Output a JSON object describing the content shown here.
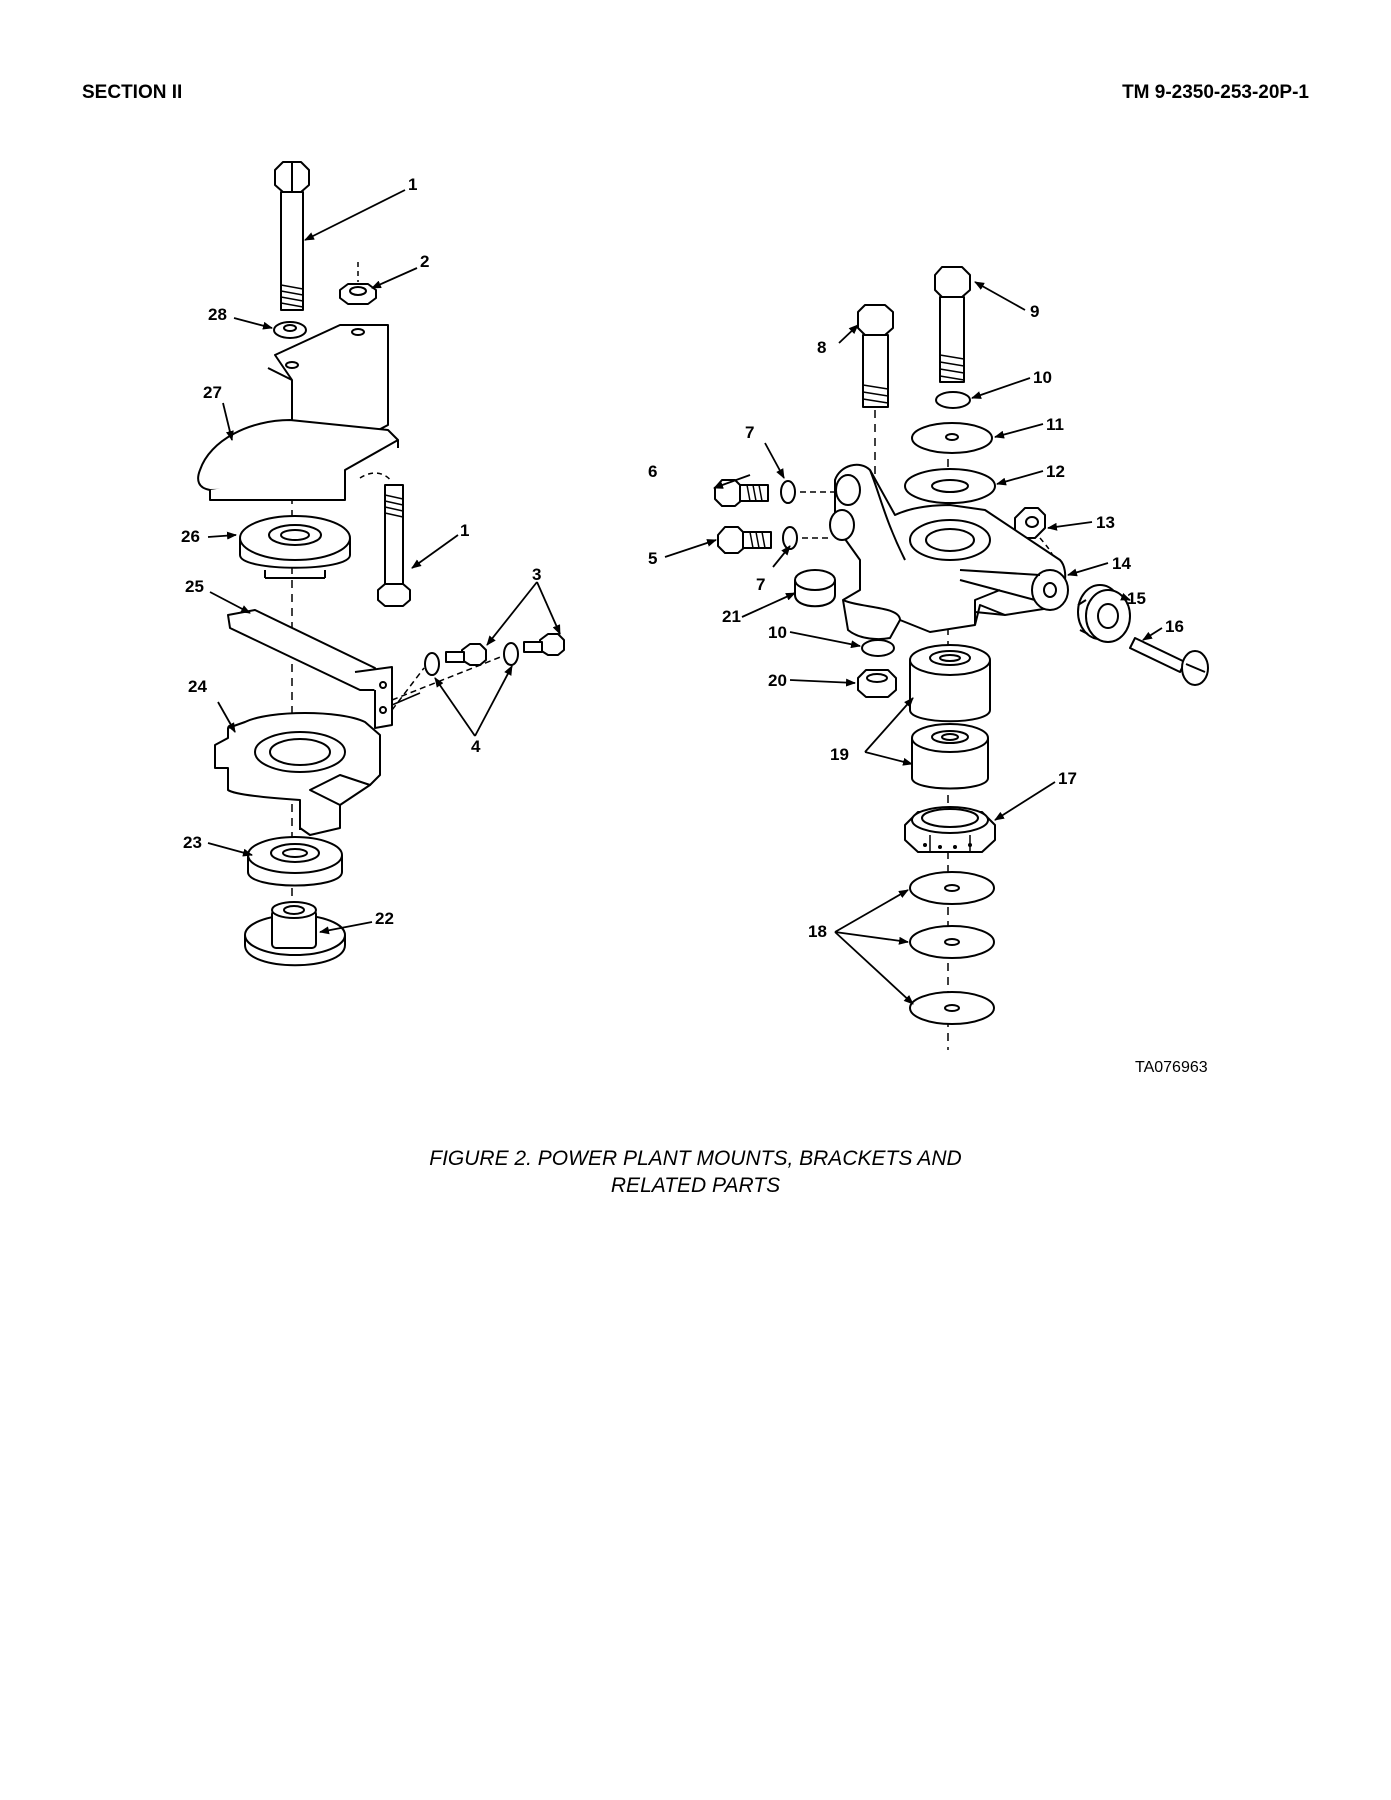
{
  "header": {
    "left": "SECTION II",
    "right": "TM 9-2350-253-20P-1"
  },
  "figure": {
    "image_code": "TA076963",
    "caption_line1": "FIGURE 2.  POWER PLANT MOUNTS, BRACKETS AND",
    "caption_line2": "RELATED PARTS"
  },
  "callouts": {
    "c1a": "1",
    "c1b": "1",
    "c2": "2",
    "c3": "3",
    "c4": "4",
    "c5": "5",
    "c6": "6",
    "c7a": "7",
    "c7b": "7",
    "c8": "8",
    "c9": "9",
    "c10a": "10",
    "c10b": "10",
    "c11": "11",
    "c12": "12",
    "c13": "13",
    "c14": "14",
    "c15": "15",
    "c16": "16",
    "c17": "17",
    "c18": "18",
    "c19": "19",
    "c20": "20",
    "c21": "21",
    "c22": "22",
    "c23": "23",
    "c24": "24",
    "c25": "25",
    "c26": "26",
    "c27": "27",
    "c28": "28"
  }
}
